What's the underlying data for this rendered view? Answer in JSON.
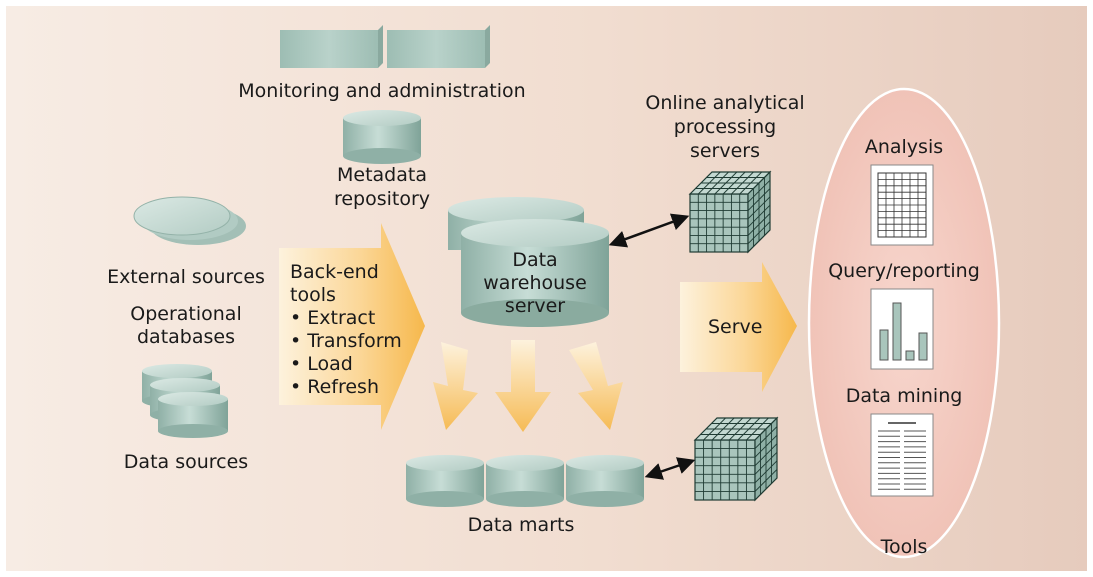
{
  "labels": {
    "monitoring": "Monitoring and administration",
    "metadata_line1": "Metadata",
    "metadata_line2": "repository",
    "olap_line1": "Online analytical",
    "olap_line2": "processing",
    "olap_line3": "servers",
    "external_sources": "External sources",
    "operational_line1": "Operational",
    "operational_line2": "databases",
    "data_sources": "Data sources",
    "warehouse_line1": "Data",
    "warehouse_line2": "warehouse",
    "warehouse_line3": "server",
    "data_marts": "Data marts",
    "serve": "Serve",
    "analysis": "Analysis",
    "query_reporting": "Query/reporting",
    "data_mining": "Data mining",
    "tools": "Tools"
  },
  "backend": {
    "title_line1": "Back-end",
    "title_line2": "tools",
    "items": [
      "• Extract",
      "• Transform",
      "• Load",
      "• Refresh"
    ]
  },
  "colors": {
    "background_left": "#f7ece4",
    "background_right": "#e7cdbf",
    "cylinder": "#a9c5bc",
    "tools_oval": "#f3cbc1",
    "arrow_orange": "#f7c46c",
    "arrow_light": "#fdf0d2"
  }
}
